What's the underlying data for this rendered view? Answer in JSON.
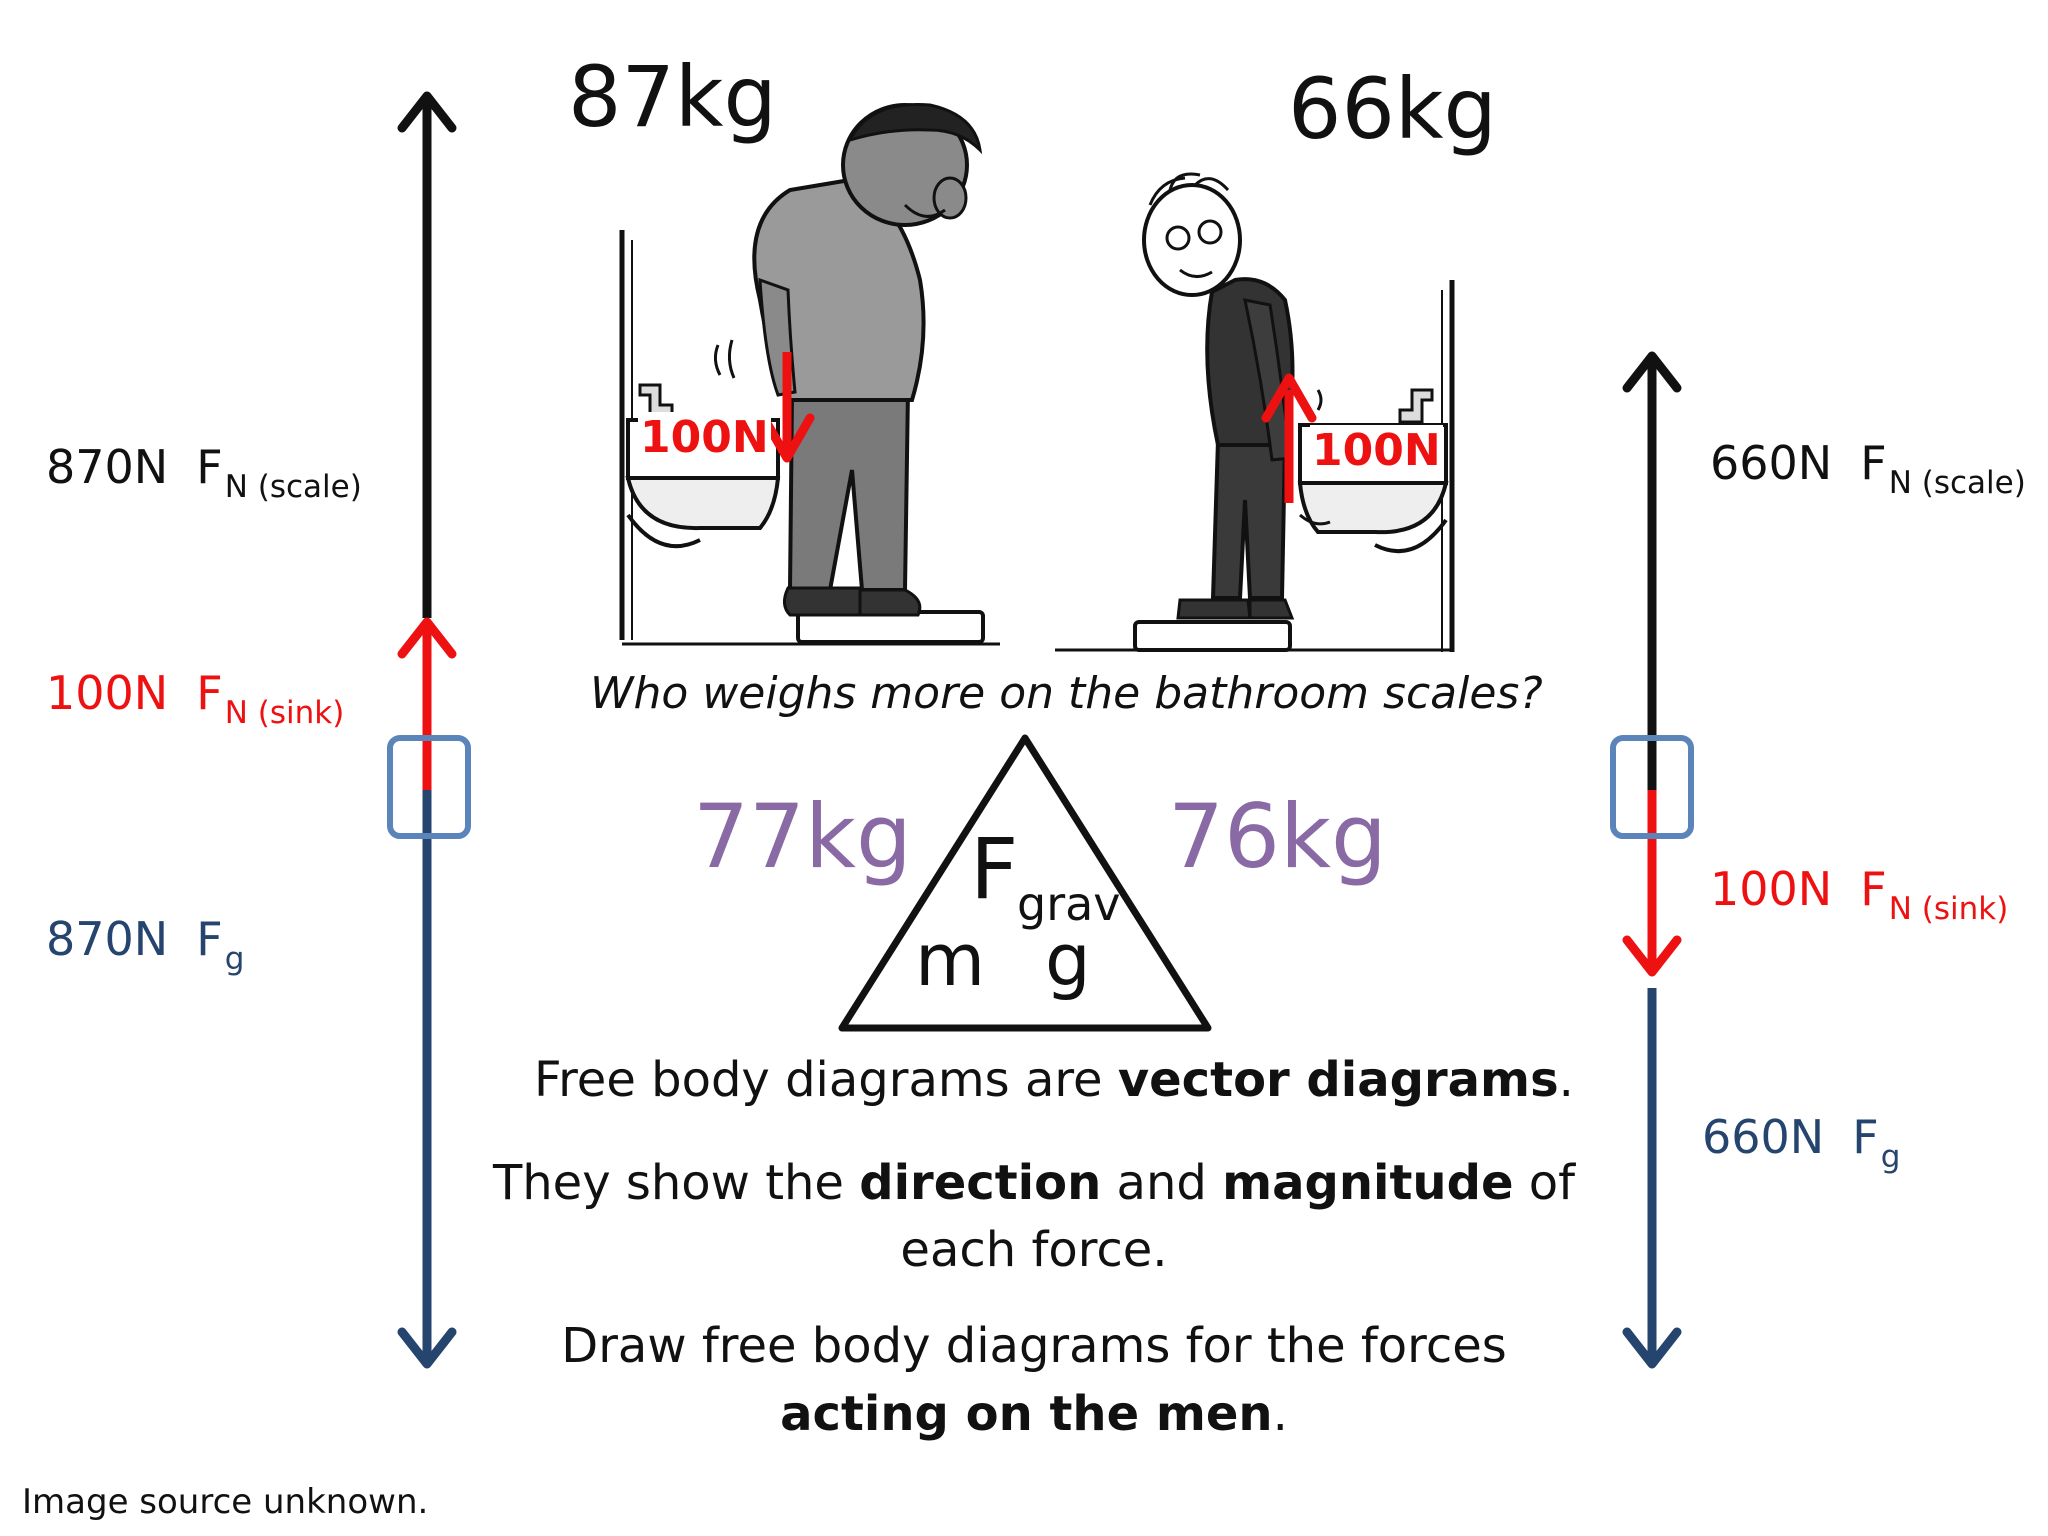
{
  "masses": {
    "left_actual": "87kg",
    "right_actual": "66kg",
    "left_reading": "77kg",
    "right_reading": "76kg"
  },
  "cartoon": {
    "left_push_label": "100N",
    "right_push_label": "100N"
  },
  "left_fbd": {
    "normal_scale": {
      "value": "870N",
      "symbol": "F",
      "subscript": "N (scale)"
    },
    "normal_sink": {
      "value": "100N",
      "symbol": "F",
      "subscript": "N (sink)"
    },
    "gravity": {
      "value": "870N",
      "symbol": "F",
      "subscript": "g"
    }
  },
  "right_fbd": {
    "normal_scale": {
      "value": "660N",
      "symbol": "F",
      "subscript": "N (scale)"
    },
    "normal_sink": {
      "value": "100N",
      "symbol": "F",
      "subscript": "N (sink)"
    },
    "gravity": {
      "value": "660N",
      "symbol": "F",
      "subscript": "g"
    }
  },
  "question": "Who weighs more on the bathroom scales?",
  "triangle": {
    "top": "F",
    "top_sub": "grav",
    "bottom_left": "m",
    "bottom_right": "g"
  },
  "text": {
    "line1_pre": "Free body diagrams are ",
    "line1_bold": "vector diagrams",
    "line1_post": ".",
    "line2_pre": "They show the ",
    "line2_bold1": "direction",
    "line2_mid": " and ",
    "line2_bold2": "magnitude",
    "line2_post": " of",
    "line3": "each force.",
    "line4": "Draw free body diagrams for the forces",
    "line5_bold": "acting on the men",
    "line5_post": "."
  },
  "source": "Image source unknown.",
  "colors": {
    "black": "#111111",
    "red": "#ee1111",
    "navy": "#25456f",
    "box": "#5b84ba",
    "purple": "#8a6aa5"
  }
}
